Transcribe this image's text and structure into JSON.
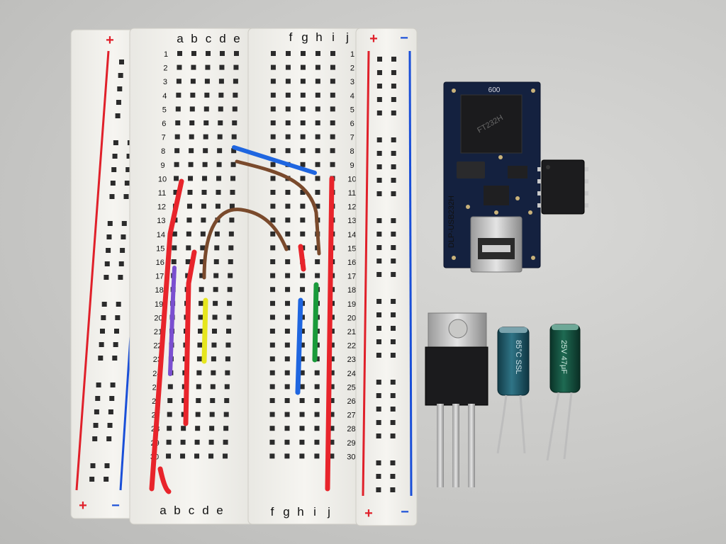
{
  "breadboard": {
    "columns_left": [
      "a",
      "b",
      "c",
      "d",
      "e"
    ],
    "columns_right": [
      "f",
      "g",
      "h",
      "i",
      "j"
    ],
    "rows": [
      "1",
      "2",
      "3",
      "4",
      "5",
      "6",
      "7",
      "8",
      "9",
      "10",
      "11",
      "12",
      "13",
      "14",
      "15",
      "16",
      "17",
      "18",
      "19",
      "20",
      "21",
      "22",
      "23",
      "24",
      "25",
      "26",
      "27",
      "28",
      "29",
      "30"
    ],
    "rail_plus": "+",
    "rail_minus": "−"
  },
  "colors": {
    "board": "#f3f2ee",
    "rail_red": "#e0202a",
    "rail_blue": "#1a4fd8",
    "wire_red": "#e8242b",
    "wire_brown": "#7a4a2c",
    "wire_blue": "#1f66e0",
    "wire_green": "#1a9a3a",
    "wire_yellow": "#e6e61e",
    "wire_purple": "#7a4fd0",
    "pcb": "#14213f",
    "cap_teal": "#1f5a6a",
    "cap_green": "#0f4a3a"
  },
  "components": {
    "usb_module_label": "DLP-USB232H",
    "usb_module_marking": "600",
    "usb_chip_marking": "FT232H",
    "dip_chip_marking": "",
    "capacitor_1_marking": "85°C SSL",
    "capacitor_2_marking": "25V 47μF"
  }
}
